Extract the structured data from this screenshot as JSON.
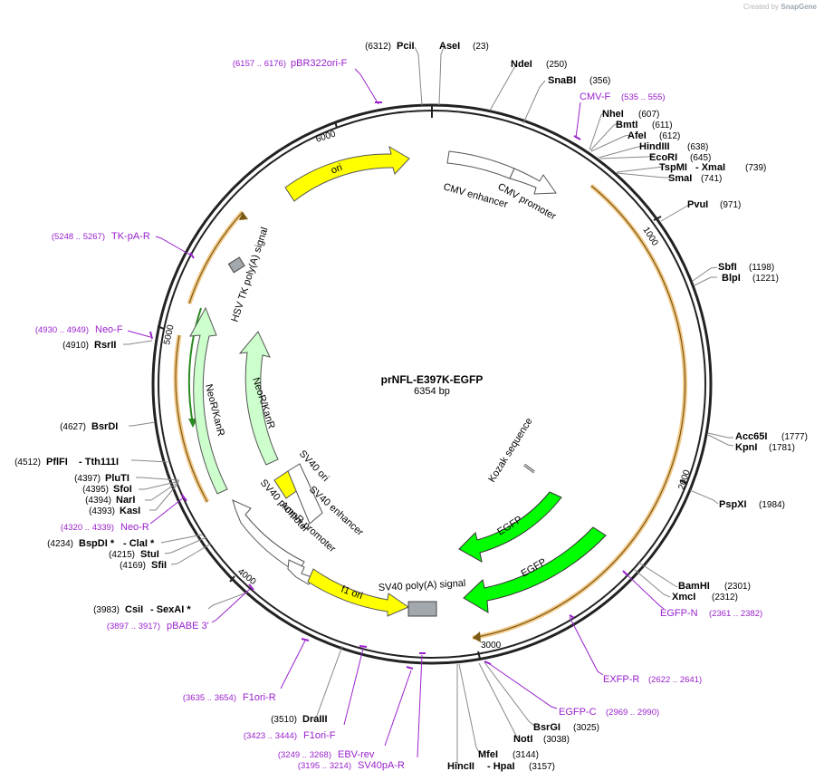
{
  "credit": {
    "prefix": "Created by",
    "brand": "SnapGene"
  },
  "plasmid": {
    "name": "prNFL-E397K-EGFP",
    "size_label": "6354 bp"
  },
  "tick_labels": [
    "1000",
    "2000",
    "3000",
    "4000",
    "5000",
    "6000"
  ],
  "features": {
    "ori": "ori",
    "cmv_enhancer": "CMV enhancer",
    "cmv_promoter": "CMV promoter",
    "hsv_tk": "HSV TK poly(A) signal",
    "neor_outer": "NeoR/KanR",
    "neor_inner": "NeoR/KanR",
    "sv40_ori": "SV40 ori",
    "sv40_enhancer": "SV40 enhancer",
    "sv40_promoter": "SV40 promoter",
    "ampr_promoter": "AmpR promoter",
    "f1_ori": "f1 ori",
    "sv40_polya": "SV40 poly(A) signal",
    "kozak": "Kozak sequence",
    "egfp_1": "EGFP",
    "egfp_2": "EGFP"
  },
  "enzymes": {
    "pcii": {
      "name": "PciI",
      "pos": "(6312)"
    },
    "asei": {
      "name": "AseI",
      "pos": "(23)"
    },
    "ndei": {
      "name": "NdeI",
      "pos": "(250)"
    },
    "snabi": {
      "name": "SnaBI",
      "pos": "(356)"
    },
    "nhei": {
      "name": "NheI",
      "pos": "(607)"
    },
    "bmti": {
      "name": "BmtI",
      "pos": "(611)"
    },
    "afei": {
      "name": "AfeI",
      "pos": "(612)"
    },
    "hindiii": {
      "name": "HindIII",
      "pos": "(638)"
    },
    "ecori": {
      "name": "EcoRI",
      "pos": "(645)"
    },
    "tspmi": {
      "name": "TspMI",
      "sep": "- XmaI",
      "pos": "(739)"
    },
    "smai": {
      "name": "SmaI",
      "pos": "(741)"
    },
    "pvui": {
      "name": "PvuI",
      "pos": "(971)"
    },
    "sbfi": {
      "name": "SbfI",
      "pos": "(1198)"
    },
    "blpi": {
      "name": "BlpI",
      "pos": "(1221)"
    },
    "acc65i": {
      "name": "Acc65I",
      "pos": "(1777)"
    },
    "kpni": {
      "name": "KpnI",
      "pos": "(1781)"
    },
    "pspxi": {
      "name": "PspXI",
      "pos": "(1984)"
    },
    "bamhi": {
      "name": "BamHI",
      "pos": "(2301)"
    },
    "xmci": {
      "name": "XmcI",
      "pos": "(2312)"
    },
    "bsrgi": {
      "name": "BsrGI",
      "pos": "(3025)"
    },
    "noti": {
      "name": "NotI",
      "pos": "(3038)"
    },
    "mfei": {
      "name": "MfeI",
      "pos": "(3144)"
    },
    "hincii": {
      "name": "HincII",
      "sep": "- HpaI",
      "pos": "(3157)"
    },
    "draiii": {
      "name": "DraIII",
      "pos": "(3510)"
    },
    "csii": {
      "name": "CsiI",
      "sep": "- SexAI *",
      "pos": "(3983)"
    },
    "bspdi": {
      "name": "BspDI *",
      "sep": "- ClaI *",
      "pos": "(4234)"
    },
    "stui": {
      "name": "StuI",
      "pos": "(4215)"
    },
    "sfii": {
      "name": "SfiI",
      "pos": "(4169)"
    },
    "pluti": {
      "name": "PluTI",
      "pos": "(4397)"
    },
    "sfoi": {
      "name": "SfoI",
      "pos": "(4395)"
    },
    "nari": {
      "name": "NarI",
      "pos": "(4394)"
    },
    "kasi": {
      "name": "KasI",
      "pos": "(4393)"
    },
    "pflfi": {
      "name": "PflFI",
      "sep": "- Tth111I",
      "pos": "(4512)"
    },
    "bsrdi": {
      "name": "BsrDI",
      "pos": "(4627)"
    },
    "rsrii": {
      "name": "RsrII",
      "pos": "(4910)"
    }
  },
  "primers": {
    "pbr322ori_f": {
      "pos": "(6157 .. 6176)",
      "name": "pBR322ori-F"
    },
    "cmv_f": {
      "name": "CMV-F",
      "pos": "(535 .. 555)"
    },
    "tk_pa_r": {
      "pos": "(5248 .. 5267)",
      "name": "TK-pA-R"
    },
    "neo_f": {
      "pos": "(4930 .. 4949)",
      "name": "Neo-F"
    },
    "neo_r": {
      "pos": "(4320 .. 4339)",
      "name": "Neo-R"
    },
    "pbabe3": {
      "pos": "(3897 .. 3917)",
      "name": "pBABE 3'"
    },
    "f1ori_r": {
      "pos": "(3635 .. 3654)",
      "name": "F1ori-R"
    },
    "f1ori_f": {
      "pos": "(3423 .. 3444)",
      "name": "F1ori-F"
    },
    "ebv_rev": {
      "pos": "(3249 .. 3268)",
      "name": "EBV-rev"
    },
    "sv40pa_r": {
      "pos": "(3195 .. 3214)",
      "name": "SV40pA-R"
    },
    "egfp_n": {
      "name": "EGFP-N",
      "pos": "(2361 .. 2382)"
    },
    "exfp_r": {
      "name": "EXFP-R",
      "pos": "(2622 .. 2641)"
    },
    "egfp_c": {
      "name": "EGFP-C",
      "pos": "(2969 .. 2990)"
    }
  },
  "colors": {
    "backbone": "#222222",
    "ori": "#ffff00",
    "promoter": "#ffffff",
    "neo": "#ccffcc",
    "egfp": "#00ff00",
    "polya": "#999999",
    "primer": "#9922cc",
    "orf_highlight": "#f3c98a"
  }
}
